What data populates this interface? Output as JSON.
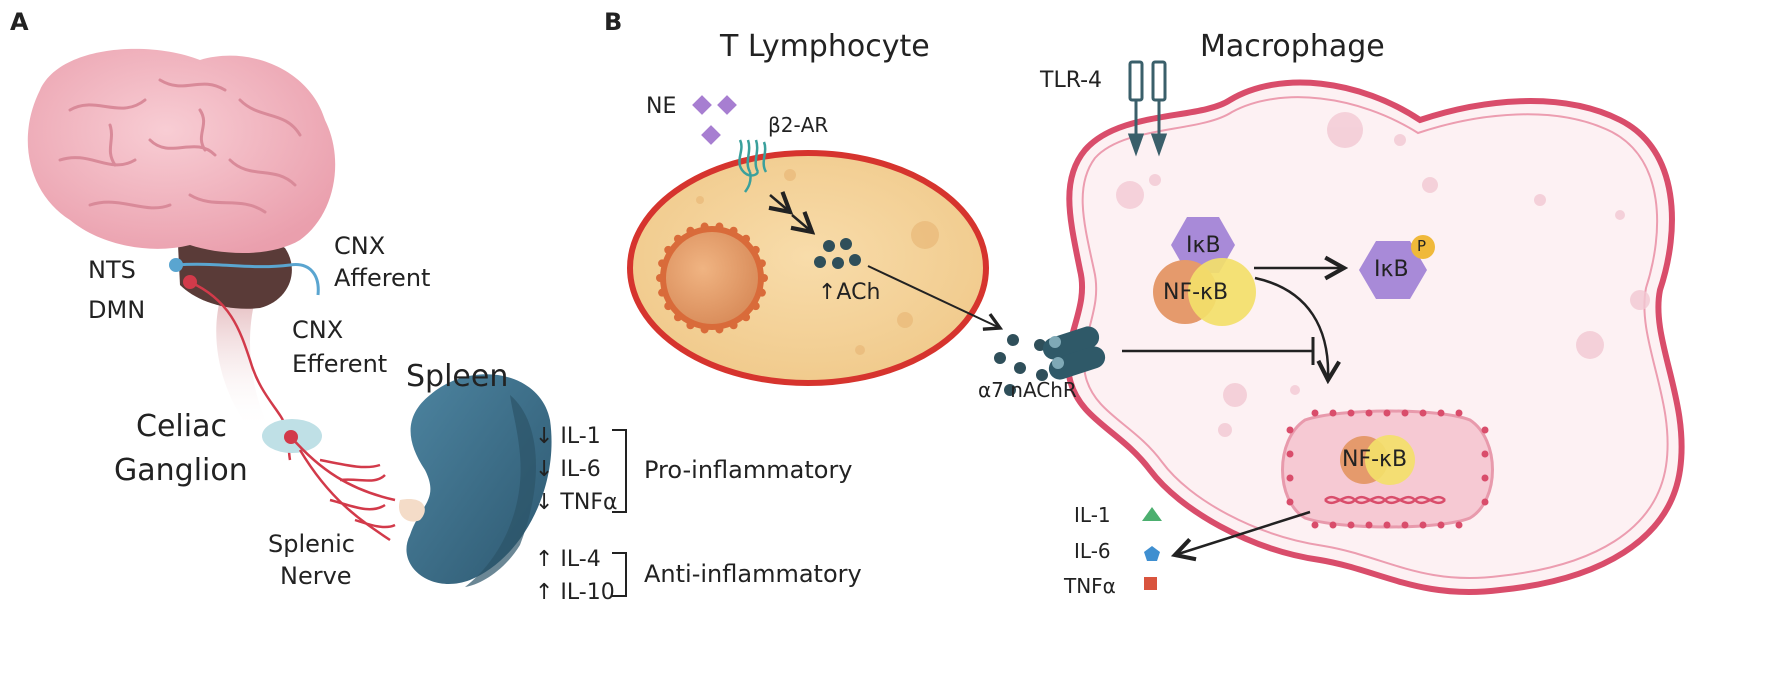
{
  "panel_a": {
    "letter": "A",
    "labels": {
      "nts": "NTS",
      "dmn": "DMN",
      "cnx_afferent_1": "CNX",
      "cnx_afferent_2": "Afferent",
      "cnx_efferent_1": "CNX",
      "cnx_efferent_2": "Efferent",
      "celiac_1": "Celiac",
      "celiac_2": "Ganglion",
      "splenic_1": "Splenic",
      "splenic_2": "Nerve",
      "spleen": "Spleen"
    },
    "cytokines_down": [
      "↓ IL-1",
      "↓ IL-6",
      "↓ TNFα"
    ],
    "cytokines_up": [
      "↑ IL-4",
      "↑ IL-10"
    ],
    "pro_inflammatory": "Pro-inflammatory",
    "anti_inflammatory": "Anti-inflammatory"
  },
  "panel_b": {
    "letter": "B",
    "t_lymphocyte": "T Lymphocyte",
    "macrophage": "Macrophage",
    "ne": "NE",
    "b2ar": "β2-AR",
    "ach": "↑ACh",
    "tlr4": "TLR-4",
    "a7nachr": "α7 nAChR",
    "ikb": "IκB",
    "ikb_p": "IκB",
    "p": "P",
    "nfkb": "NF-κB",
    "nfkb_nucleus": "NF-κB",
    "legend": [
      {
        "label": "IL-1",
        "shape": "triangle",
        "color": "#4caf6f"
      },
      {
        "label": "IL-6",
        "shape": "pentagon",
        "color": "#3f8fd0"
      },
      {
        "label": "TNFα",
        "shape": "square",
        "color": "#d9543e"
      }
    ]
  },
  "colors": {
    "brain": "#f2b8c2",
    "brain_dark": "#e89aa8",
    "nerve_red": "#d23a4a",
    "afferent_blue": "#5aa5d0",
    "spleen": "#3f7189",
    "spleen_dark": "#2c5468",
    "cell_fill": "#f4d39a",
    "cell_border": "#d6342e",
    "macrophage_border": "#d94d6b",
    "macrophage_fill": "#fdf1f3",
    "ikb": "#a88ad8",
    "nfkb_orange": "#e59a6c",
    "nfkb_yellow": "#f3e06a",
    "phospho": "#f0b93a",
    "ach_dots": "#2f4f5a"
  }
}
